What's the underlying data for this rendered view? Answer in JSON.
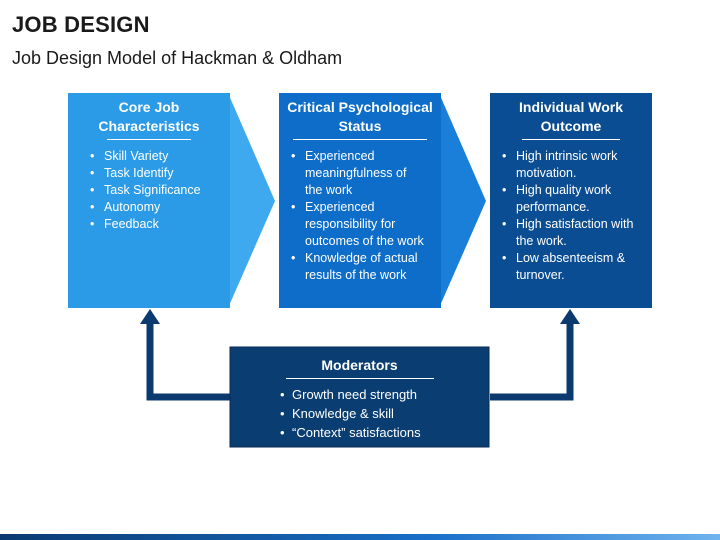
{
  "header": {
    "title": "JOB DESIGN",
    "subtitle": "Job Design Model of Hackman & Oldham"
  },
  "colors": {
    "core_panel": "#2b9be8",
    "core_arrow": "#3ea9ef",
    "critical_panel": "#0d6dc8",
    "critical_arrow": "#1a7fd8",
    "outcome_panel": "#0b4d92",
    "moderators_panel": "#0a3d72",
    "connector": "#0b3a6e"
  },
  "panels": {
    "core": {
      "title": "Core Job Characteristics",
      "items": [
        "Skill Variety",
        "Task Identify",
        "Task Significance",
        "Autonomy",
        "Feedback"
      ]
    },
    "critical": {
      "title": "Critical Psychological Status",
      "items": [
        "Experienced meaningfulness of the work",
        "Experienced responsibility for outcomes of the work",
        "Knowledge of actual results of the work"
      ]
    },
    "outcome": {
      "title": "Individual Work Outcome",
      "items": [
        "High intrinsic work motivation.",
        "High quality work performance.",
        "High satisfaction with the work.",
        "Low absenteeism & turnover."
      ]
    },
    "moderators": {
      "title": "Moderators",
      "items": [
        "Growth need strength",
        "Knowledge & skill",
        "“Context” satisfactions"
      ]
    }
  }
}
